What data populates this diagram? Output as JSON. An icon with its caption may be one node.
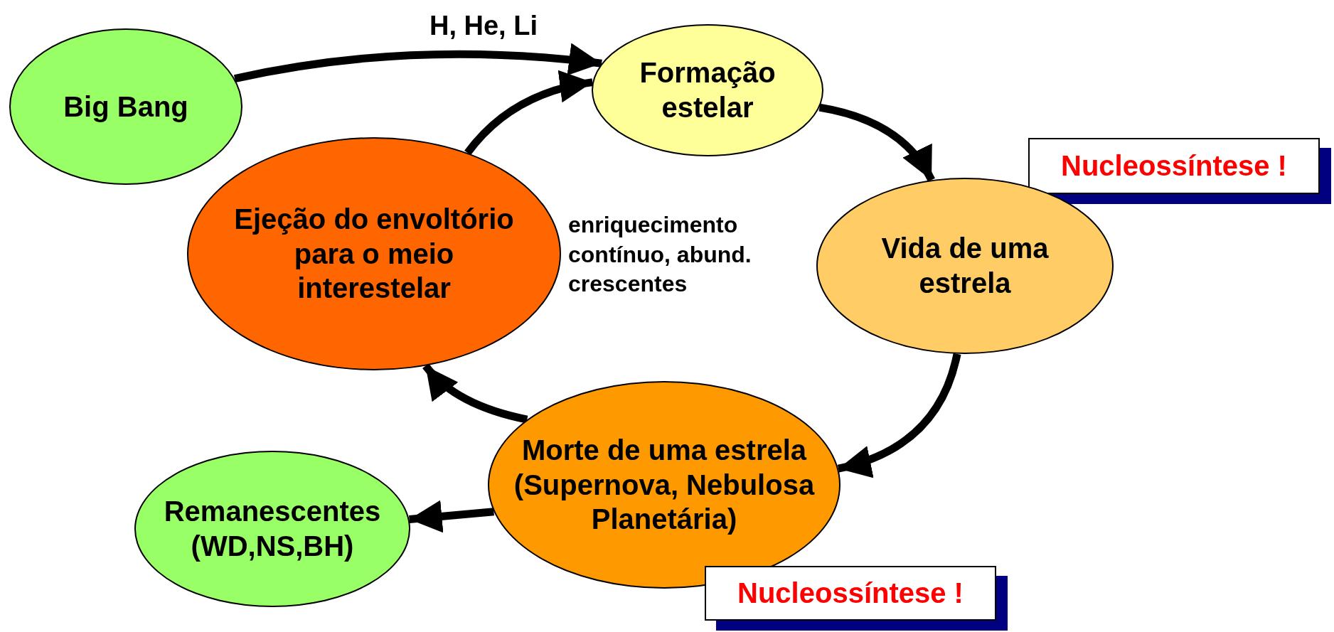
{
  "diagram": {
    "nodes": [
      {
        "text": [
          "Big Bang"
        ]
      },
      {
        "text": [
          "Formação estelar"
        ]
      },
      {
        "text": [
          "Nucleossíntese !"
        ]
      },
      {
        "text": [
          "Ejeção do envoltório para o meio interestelar"
        ]
      },
      {
        "text": [
          "Vida de uma estrela"
        ]
      },
      {
        "text": [
          "Morte de uma estrela (Supernova, Nebulosa Planetária)"
        ]
      },
      {
        "text": [
          "Remanescentes (WD,NS,BH)"
        ]
      },
      {
        "text": [
          "Nucleossíntese !"
        ]
      }
    ],
    "edges": [
      {
        "from": 0,
        "to": 1,
        "arrow": "to",
        "label": "H, He, Li"
      },
      {
        "from": 3,
        "to": 1,
        "arrow": "to"
      },
      {
        "from": 1,
        "to": 4,
        "arrow": "to"
      },
      {
        "from": 4,
        "to": 5,
        "arrow": "to"
      },
      {
        "from": 5,
        "to": 3,
        "arrow": "to"
      },
      {
        "from": 5,
        "to": 6,
        "arrow": "to"
      }
    ],
    "labels": [
      "enriquecimento contínuo, abund. crescentes"
    ]
  }
}
